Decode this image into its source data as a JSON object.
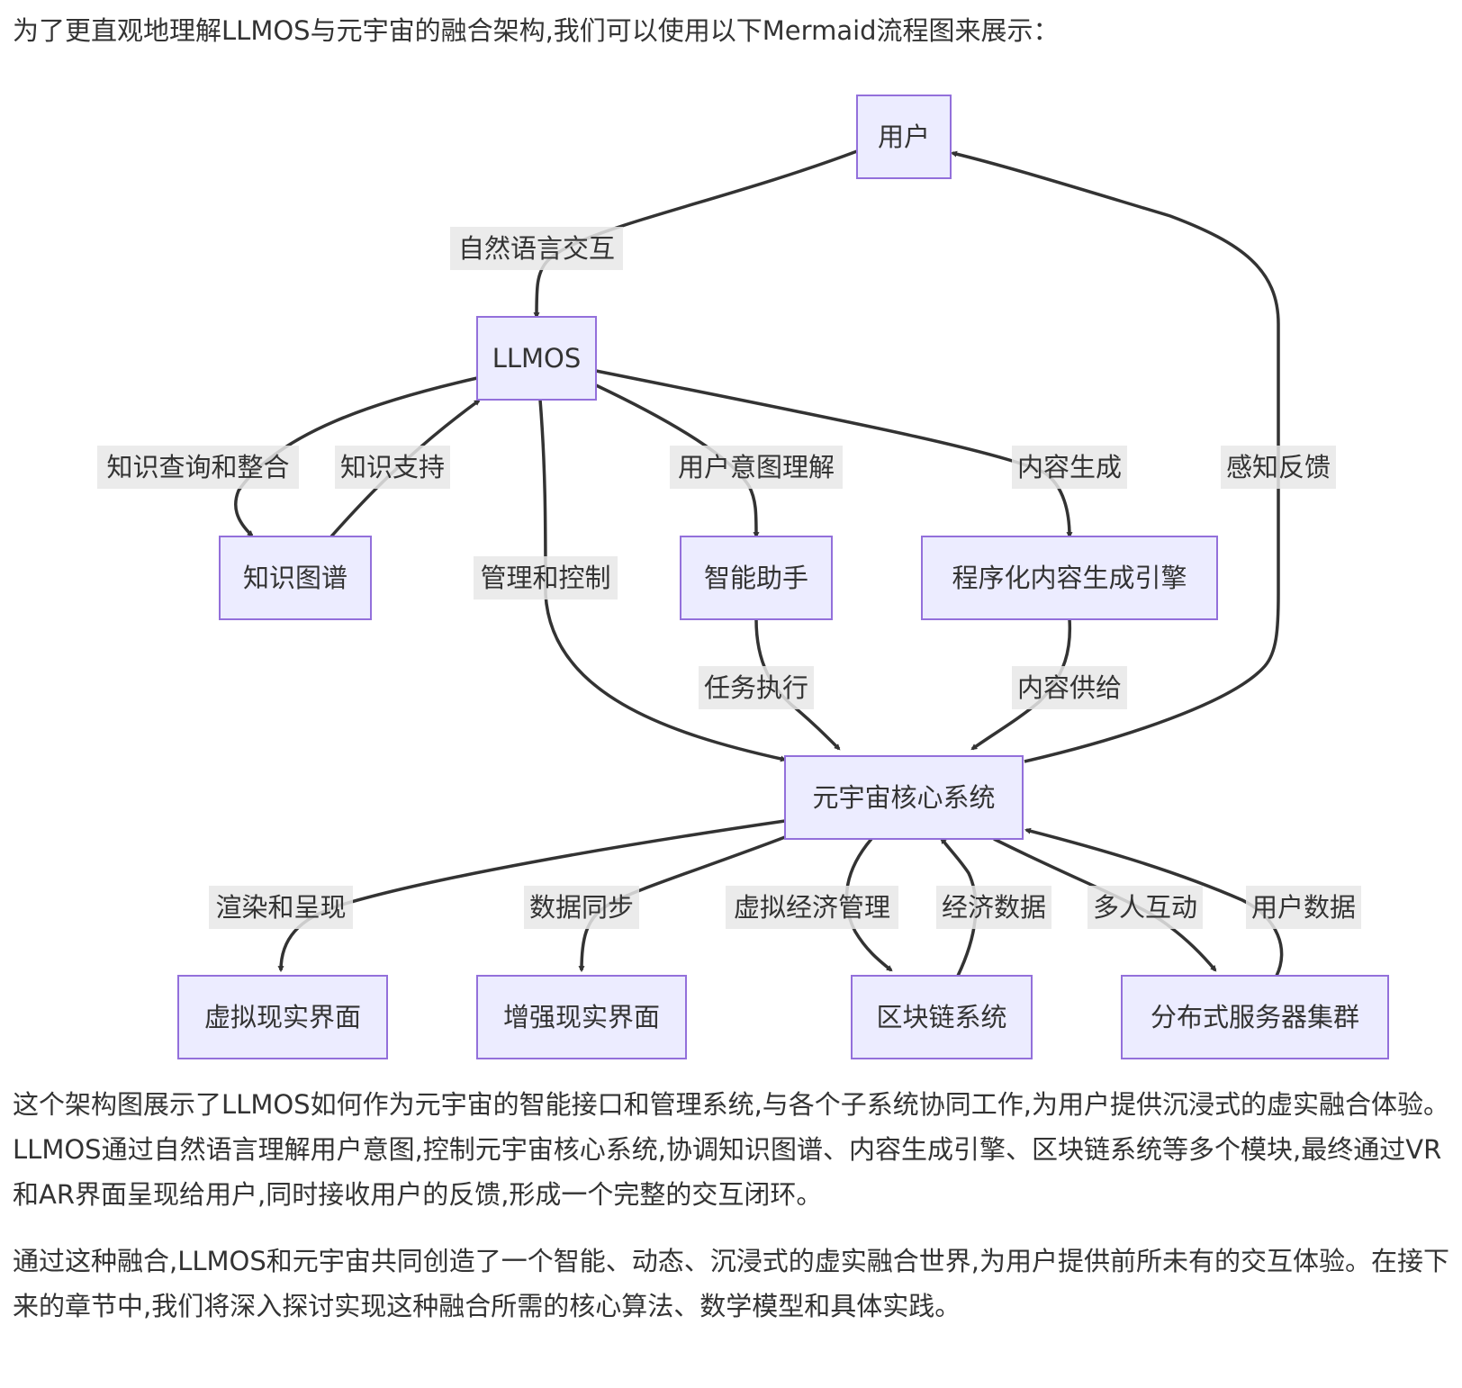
{
  "intro": "为了更直观地理解LLMOS与元宇宙的融合架构,我们可以使用以下Mermaid流程图来展示：",
  "diagram": {
    "nodes": {
      "user": "用户",
      "llmos": "LLMOS",
      "kg": "知识图谱",
      "assistant": "智能助手",
      "pcg": "程序化内容生成引擎",
      "core": "元宇宙核心系统",
      "vr": "虚拟现实界面",
      "ar": "增强现实界面",
      "blockchain": "区块链系统",
      "servers": "分布式服务器集群"
    },
    "edges": {
      "user_llmos": "自然语言交互",
      "llmos_kg": "知识查询和整合",
      "kg_llmos": "知识支持",
      "llmos_core": "管理和控制",
      "llmos_assistant": "用户意图理解",
      "llmos_pcg": "内容生成",
      "core_user": "感知反馈",
      "assistant_core": "任务执行",
      "pcg_core": "内容供给",
      "core_vr": "渲染和呈现",
      "core_ar": "数据同步",
      "core_blockchain": "虚拟经济管理",
      "blockchain_core": "经济数据",
      "core_servers": "多人互动",
      "servers_core": "用户数据"
    }
  },
  "paragraphs": {
    "p1": "这个架构图展示了LLMOS如何作为元宇宙的智能接口和管理系统,与各个子系统协同工作,为用户提供沉浸式的虚实融合体验。LLMOS通过自然语言理解用户意图,控制元宇宙核心系统,协调知识图谱、内容生成引擎、区块链系统等多个模块,最终通过VR和AR界面呈现给用户,同时接收用户的反馈,形成一个完整的交互闭环。",
    "p2": "通过这种融合,LLMOS和元宇宙共同创造了一个智能、动态、沉浸式的虚实融合世界,为用户提供前所未有的交互体验。在接下来的章节中,我们将深入探讨实现这种融合所需的核心算法、数学模型和具体实践。"
  }
}
